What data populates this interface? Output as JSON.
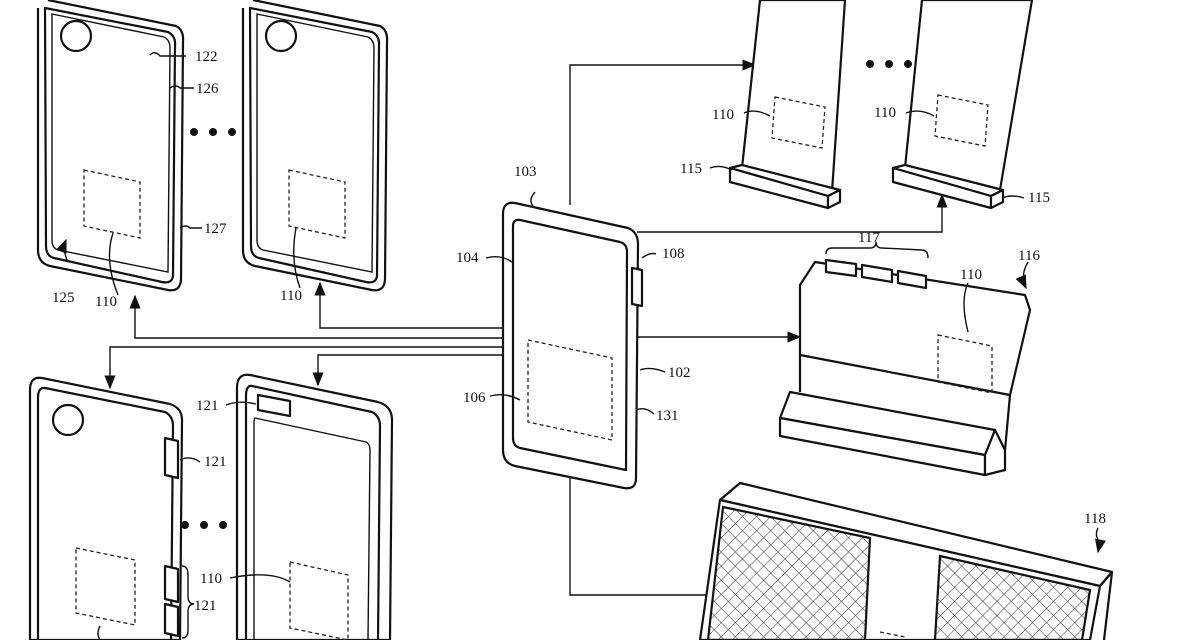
{
  "labels": {
    "case_top_left": {
      "l122": "122",
      "l126": "126",
      "l127": "127",
      "l125": "125",
      "l110": "110"
    },
    "case_top_right": {
      "l110": "110"
    },
    "device": {
      "l103": "103",
      "l104": "104",
      "l108": "108",
      "l102": "102",
      "l106": "106",
      "l131": "131"
    },
    "stand_left": {
      "l110": "110",
      "l115": "115"
    },
    "stand_right": {
      "l110": "110",
      "l115": "115"
    },
    "dock": {
      "l117": "117",
      "l116": "116",
      "l110": "110"
    },
    "mat": {
      "l118": "118"
    },
    "case_bottom_left": {
      "l121a": "121",
      "l121b": "121"
    },
    "case_bottom_right": {
      "l121": "121",
      "l110": "110"
    }
  },
  "colors": {
    "ink": "#111111",
    "paper": "#ffffff"
  }
}
